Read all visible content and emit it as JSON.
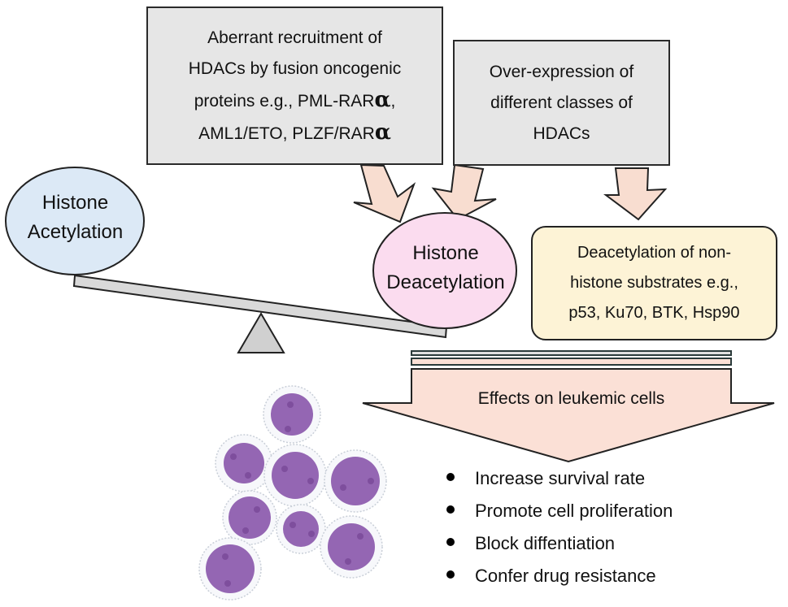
{
  "title": "HDAC dysregulation in leukemia",
  "colors": {
    "gray_box": "#e6e6e6",
    "acetylation_ellipse": "#dce9f6",
    "deacetylation_ellipse": "#fbdcef",
    "substrate_box": "#fdf3d6",
    "arrow_fill": "#f8ddd0",
    "effects_arrow_fill": "#fbe0d6",
    "cell_nucleus": "#9466b3",
    "cell_spot": "#7e4e9d",
    "beam": "#d9d9d9"
  },
  "cause_boxes": [
    {
      "lines": [
        "Aberrant recruitment of",
        "HDACs by fusion oncogenic",
        "proteins e.g., PML-RAR",
        "AML1/ETO, PLZF/RAR"
      ],
      "alpha": "α",
      "comma": ","
    },
    {
      "lines": [
        "Over-expression of",
        "different classes of",
        "HDACs"
      ]
    }
  ],
  "balance": {
    "left_label": [
      "Histone",
      "Acetylation"
    ],
    "right_label": [
      "Histone",
      "Deacetylation"
    ]
  },
  "substrate_box": {
    "lines": [
      "Deacetylation of non-",
      "histone substrates e.g.,",
      "p53, Ku70, BTK, Hsp90"
    ]
  },
  "effects": {
    "title": "Effects on leukemic cells",
    "items": [
      "Increase survival rate",
      "Promote cell proliferation",
      "Block diffentiation",
      "Confer drug resistance"
    ]
  },
  "cell_cluster": {
    "cell_count": 8,
    "description": "leukemic cells"
  }
}
